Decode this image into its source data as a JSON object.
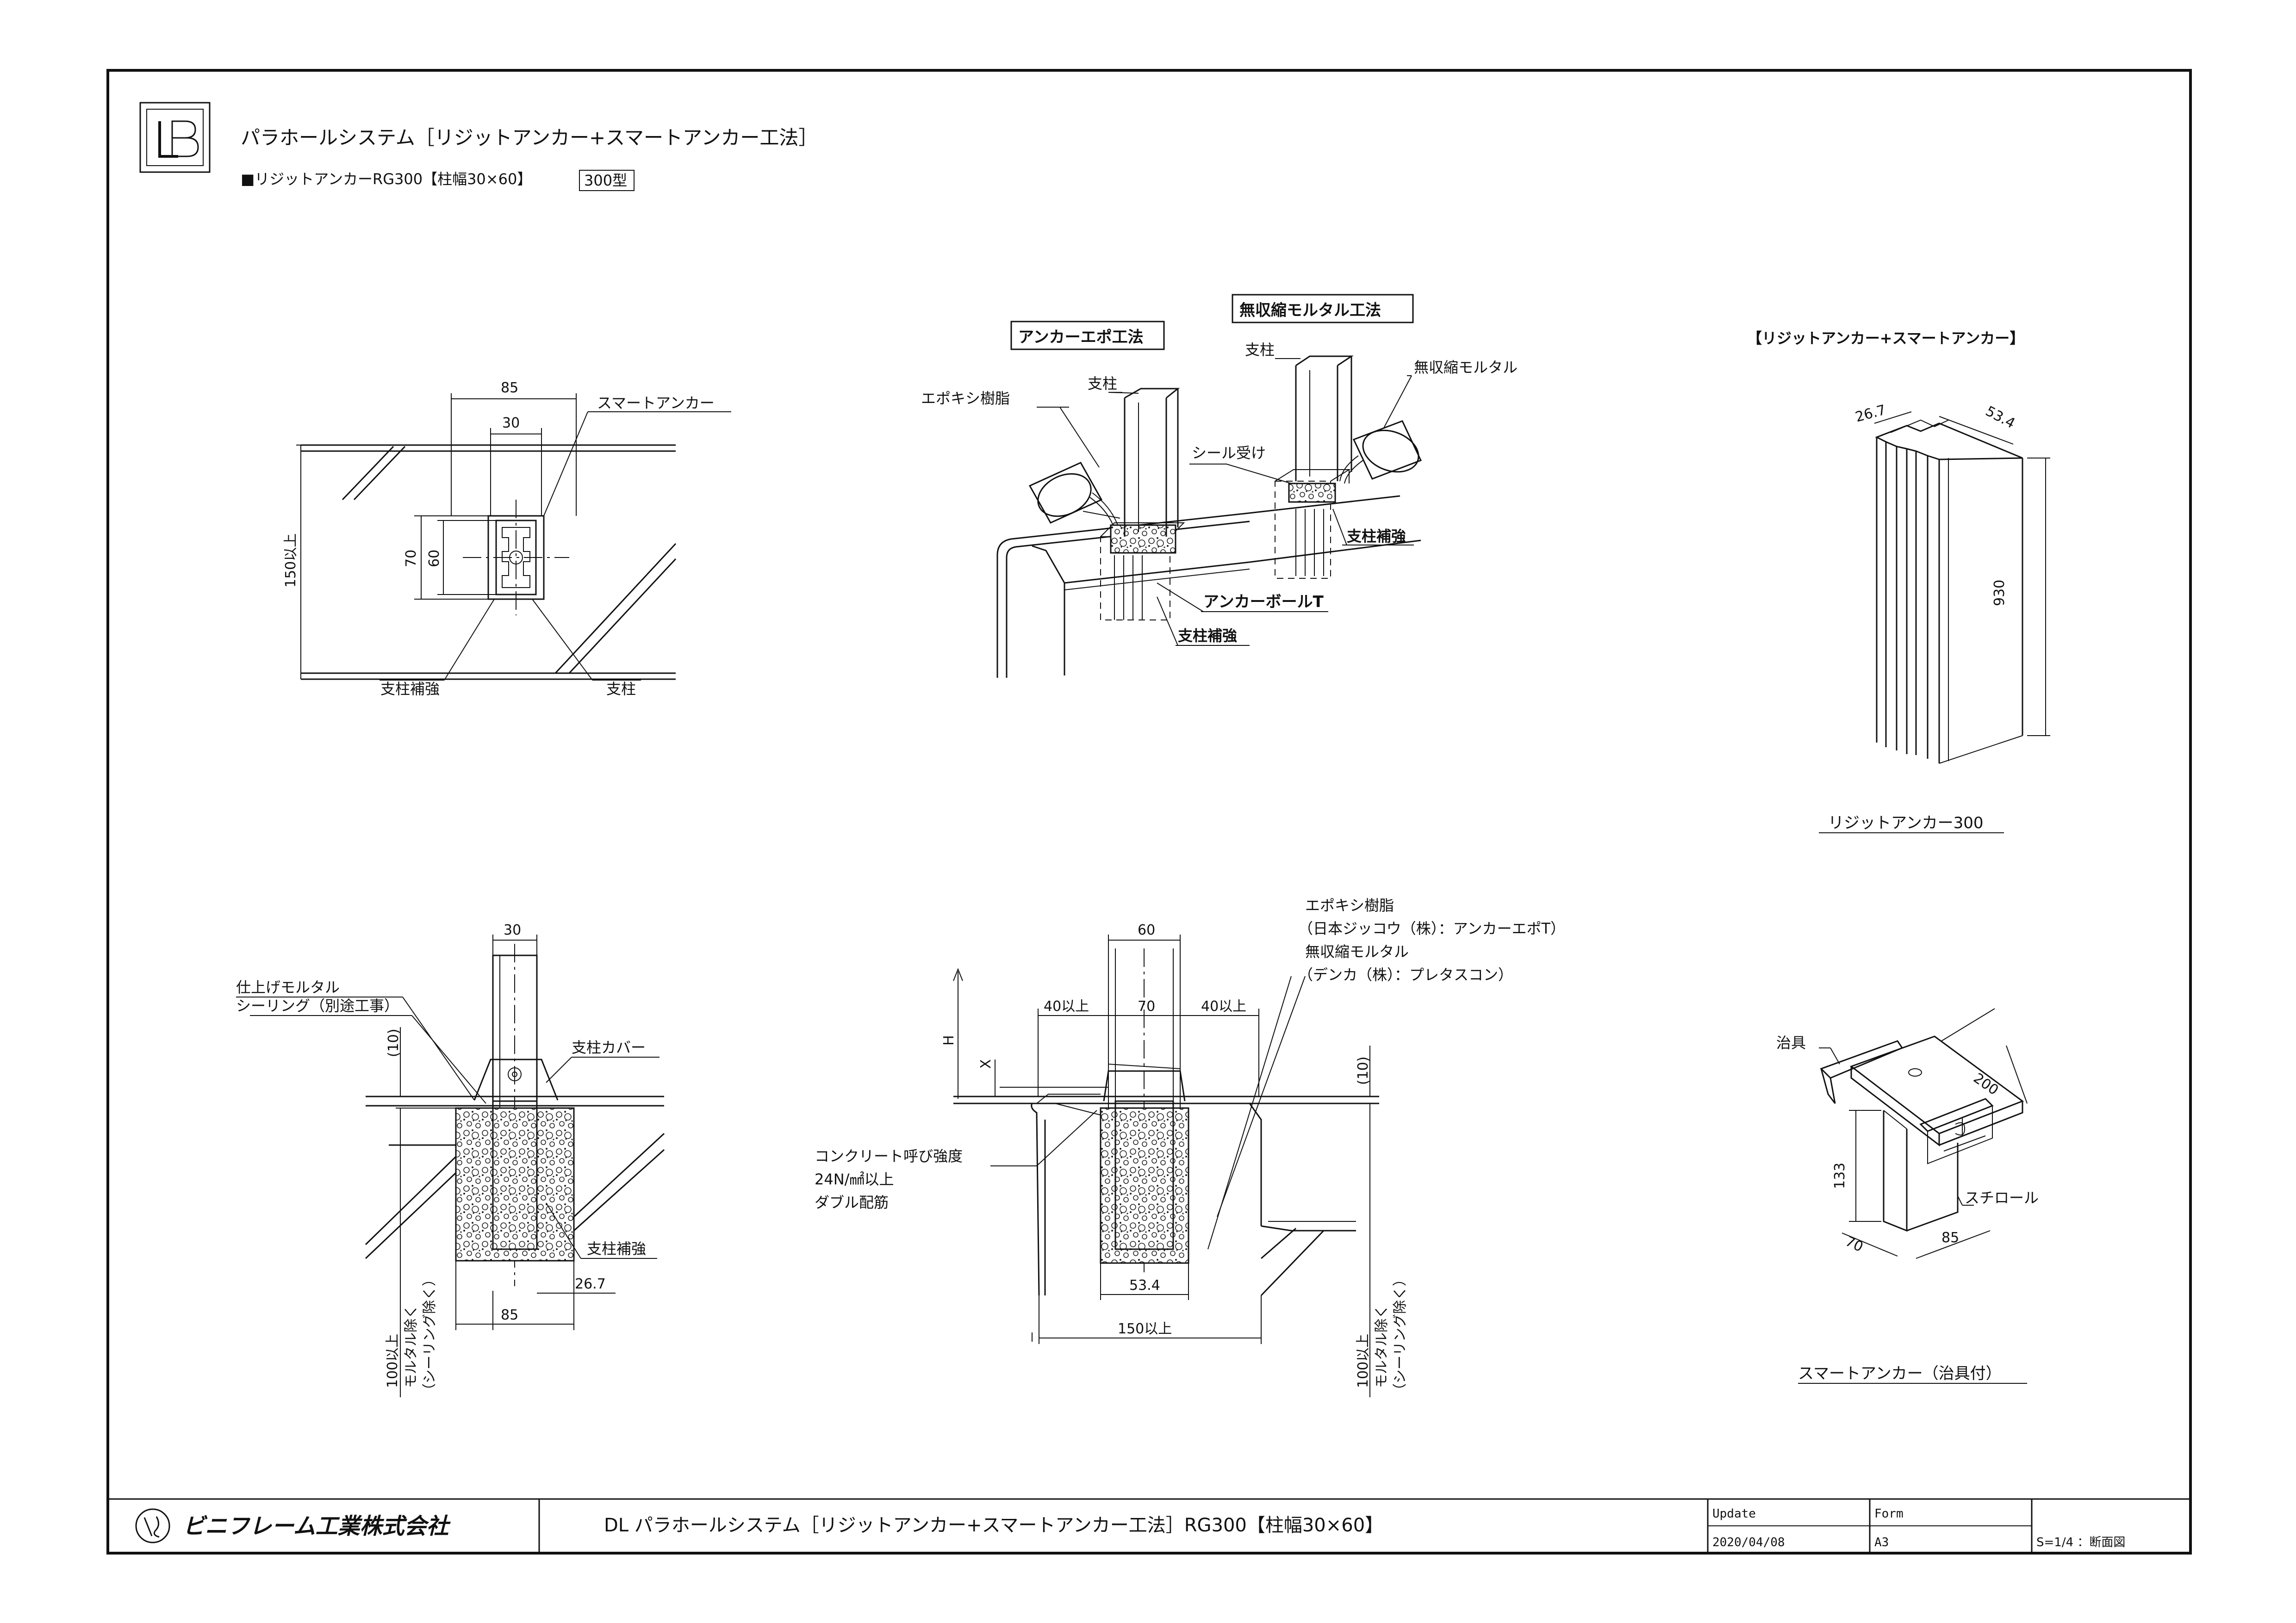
{
  "header": {
    "title": "パラホールシステム［リジットアンカー+スマートアンカー工法］",
    "subtitle": "■リジットアンカーRG300【柱幅30×60】",
    "type_badge": "300型"
  },
  "plan_view": {
    "dim_85": "85",
    "dim_30": "30",
    "dim_70": "70",
    "dim_60": "60",
    "dim_150": "150以上",
    "label_smart_anchor": "スマートアンカー",
    "label_reinforce": "支柱補強",
    "label_post": "支柱"
  },
  "perspective": {
    "title_epo": "アンカーエポ工法",
    "title_mortar": "無収縮モルタル工法",
    "label_epoxy": "エポキシ樹脂",
    "label_post_a": "支柱",
    "label_post_b": "支柱",
    "label_mortar": "無収縮モルタル",
    "label_seal": "シール受け",
    "label_reinforce_a": "支柱補強",
    "label_reinforce_b": "支柱補強",
    "label_anchor_ball": "アンカーボールT"
  },
  "rigid_anchor": {
    "title": "【リジットアンカー+スマートアンカー】",
    "dim_26_7": "26.7",
    "dim_53_4": "53.4",
    "dim_930": "930",
    "caption": "リジットアンカー300"
  },
  "section_left": {
    "dim_30": "30",
    "label_finish": "仕上げモルタル",
    "label_sealing": "シーリング（別途工事）",
    "dim_10": "(10)",
    "label_cover": "支柱カバー",
    "label_reinforce": "支柱補強",
    "dim_26_7": "26.7",
    "dim_85": "85",
    "depth_1": "100以上",
    "depth_2": "モルタル除く",
    "depth_3": "（シーリング除く）"
  },
  "section_right": {
    "dim_60": "60",
    "dim_40_left": "40以上",
    "dim_70": "70",
    "dim_40_right": "40以上",
    "label_H": "H",
    "label_X": "X",
    "dim_10": "(10)",
    "note_1": "エポキシ樹脂",
    "note_2": "（日本ジッコウ（株）：アンカーエポT）",
    "note_3": "無収縮モルタル",
    "note_4": "（デンカ（株）：プレタスコン）",
    "concrete_1": "コンクリート呼び強度",
    "concrete_2": "24N/㎟以上",
    "concrete_3": "ダブル配筋",
    "dim_53_4": "53.4",
    "dim_150": "150以上",
    "depth_1": "100以上",
    "depth_2": "モルタル除く",
    "depth_3": "（シーリング除く）"
  },
  "smart_anchor": {
    "label_jig": "治具",
    "dim_200": "200",
    "dim_133": "133",
    "label_styrofoam": "スチロール",
    "dim_70": "70",
    "dim_85": "85",
    "caption": "スマートアンカー（治具付）"
  },
  "title_block": {
    "company": "ビニフレーム工業株式会社",
    "drawing_title": "DL パラホールシステム［リジットアンカー+スマートアンカー工法］RG300【柱幅30×60】",
    "update_label": "Update",
    "update_value": "2020/04/08",
    "form_label": "Form",
    "form_value": "A3",
    "scale": "S=1/4 ：断面図"
  }
}
